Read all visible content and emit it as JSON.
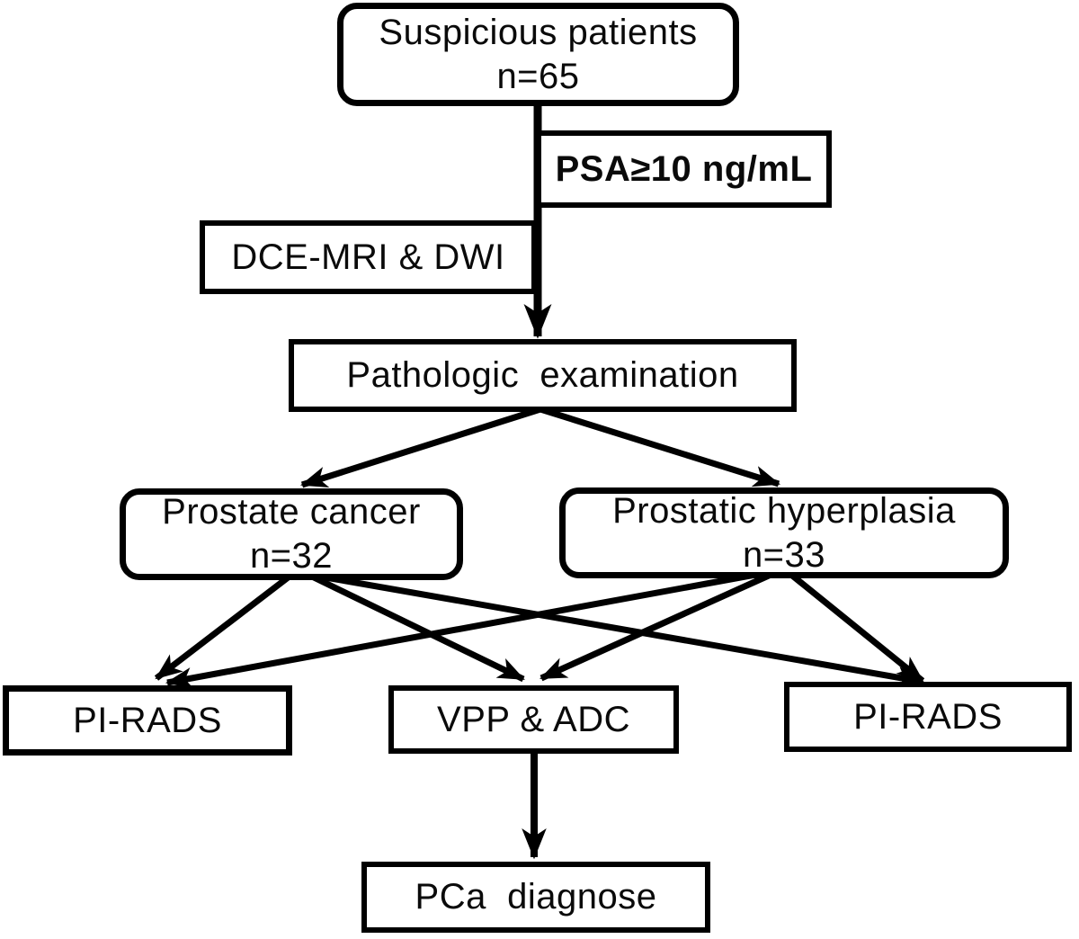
{
  "diagram": {
    "type": "flowchart",
    "colors": {
      "ink": "#000000",
      "background": "#ffffff"
    }
  },
  "nodes": {
    "suspicious": {
      "line1": "Suspicious patients",
      "line2": "n=65"
    },
    "psa": {
      "label": "PSA≥10 ng/mL"
    },
    "dce": {
      "label": "DCE-MRI & DWI"
    },
    "pathologic": {
      "label": "Pathologic  examination"
    },
    "prostate_cancer": {
      "line1": "Prostate cancer",
      "line2": "n=32"
    },
    "prostatic_hyperplasia": {
      "line1": "Prostatic hyperplasia",
      "line2": "n=33"
    },
    "pirads_left": {
      "label": "PI-RADS"
    },
    "vpp_adc": {
      "label": "VPP & ADC"
    },
    "pirads_right": {
      "label": "PI-RADS"
    },
    "pca_diagnose": {
      "label": "PCa  diagnose"
    }
  },
  "edges": [
    {
      "from": "suspicious",
      "to": "pathologic"
    },
    {
      "from": "pathologic",
      "to": "prostate_cancer"
    },
    {
      "from": "pathologic",
      "to": "prostatic_hyperplasia"
    },
    {
      "from": "prostate_cancer",
      "to": "pirads_left"
    },
    {
      "from": "prostate_cancer",
      "to": "vpp_adc"
    },
    {
      "from": "prostate_cancer",
      "to": "pirads_right"
    },
    {
      "from": "prostatic_hyperplasia",
      "to": "pirads_left"
    },
    {
      "from": "prostatic_hyperplasia",
      "to": "vpp_adc"
    },
    {
      "from": "prostatic_hyperplasia",
      "to": "pirads_right"
    },
    {
      "from": "vpp_adc",
      "to": "pca_diagnose"
    }
  ]
}
